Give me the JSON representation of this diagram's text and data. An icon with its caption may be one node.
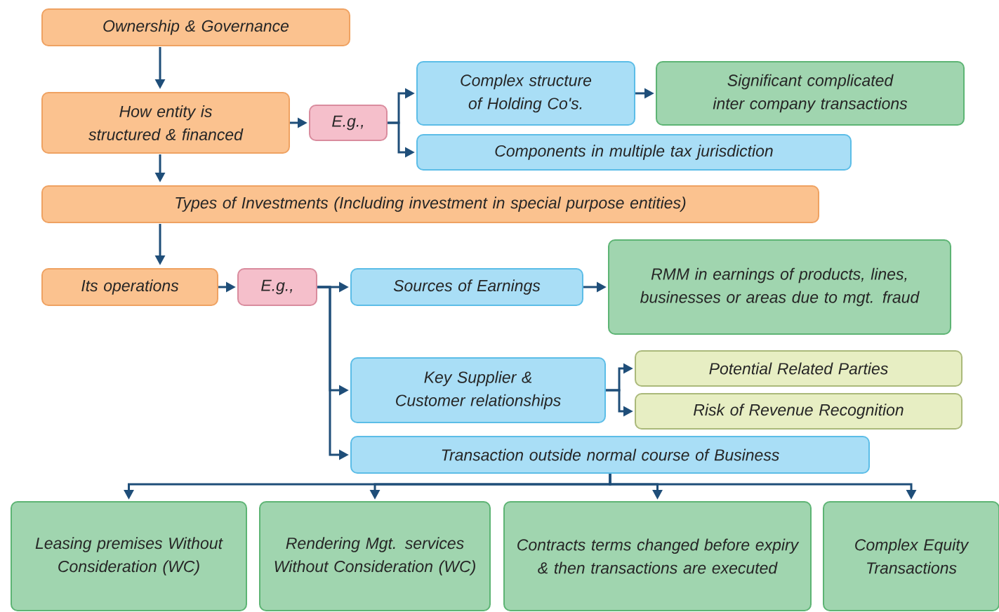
{
  "diagram": {
    "nodes": [
      {
        "text": [
          "Ownership & Governance"
        ]
      },
      {
        "text": [
          "How entity is structured & financed"
        ]
      },
      {
        "text": [
          "E.g.,"
        ]
      },
      {
        "text": [
          "Complex structure of Holding Co's."
        ]
      },
      {
        "text": [
          "Significant complicated inter company transactions"
        ]
      },
      {
        "text": [
          "Components in multiple tax jurisdiction"
        ]
      },
      {
        "text": [
          "Types of Investments (Including investment in special purpose entities)"
        ]
      },
      {
        "text": [
          "Its operations"
        ]
      },
      {
        "text": [
          "E.g.,"
        ]
      },
      {
        "text": [
          "Sources of Earnings"
        ]
      },
      {
        "text": [
          "RMM in earnings of products, lines, businesses or areas due to mgt. fraud"
        ]
      },
      {
        "text": [
          "Key Supplier & Customer relationships"
        ]
      },
      {
        "text": [
          "Potential Related Parties"
        ]
      },
      {
        "text": [
          "Risk of Revenue Recognition"
        ]
      },
      {
        "text": [
          "Transaction outside normal course of Business"
        ]
      },
      {
        "text": [
          "Leasing premises Without Consideration (WC)"
        ]
      },
      {
        "text": [
          "Rendering Mgt. services Without Consideration (WC)"
        ]
      },
      {
        "text": [
          "Contracts terms changed before expiry & then transactions are executed"
        ]
      },
      {
        "text": [
          "Complex Equity Transactions"
        ]
      }
    ],
    "edges": [
      {
        "from": 0,
        "to": 1,
        "arrow": "to"
      },
      {
        "from": 1,
        "to": 2,
        "arrow": "to"
      },
      {
        "from": 2,
        "to": 3,
        "arrow": "to"
      },
      {
        "from": 2,
        "to": 5,
        "arrow": "to"
      },
      {
        "from": 3,
        "to": 4,
        "arrow": "to"
      },
      {
        "from": 1,
        "to": 6,
        "arrow": "to"
      },
      {
        "from": 6,
        "to": 7,
        "arrow": "to"
      },
      {
        "from": 7,
        "to": 8,
        "arrow": "to"
      },
      {
        "from": 8,
        "to": 9,
        "arrow": "to"
      },
      {
        "from": 8,
        "to": 11,
        "arrow": "to"
      },
      {
        "from": 8,
        "to": 14,
        "arrow": "to"
      },
      {
        "from": 9,
        "to": 10,
        "arrow": "to"
      },
      {
        "from": 11,
        "to": 12,
        "arrow": "to"
      },
      {
        "from": 11,
        "to": 13,
        "arrow": "to"
      },
      {
        "from": 14,
        "to": 15,
        "arrow": "to"
      },
      {
        "from": 14,
        "to": 16,
        "arrow": "to"
      },
      {
        "from": 14,
        "to": 17,
        "arrow": "to"
      },
      {
        "from": 14,
        "to": 18,
        "arrow": "to"
      }
    ]
  }
}
